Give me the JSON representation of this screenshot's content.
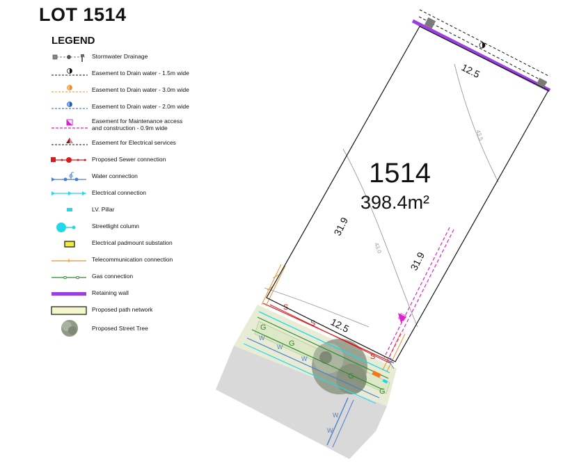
{
  "title": "LOT 1514",
  "legend": {
    "heading": "LEGEND",
    "items": [
      {
        "label": "Stormwater Drainage",
        "icon": "stormwater-drainage-icon"
      },
      {
        "label": "Easement to Drain water - 1.5m wide",
        "icon": "easement-1-5m-icon",
        "color": "#111111"
      },
      {
        "label": "Easement to Drain water - 3.0m wide",
        "icon": "easement-3-0m-icon",
        "color": "#e8902a"
      },
      {
        "label": "Easement to Drain water - 2.0m wide",
        "icon": "easement-2-0m-icon",
        "color": "#2a5db0"
      },
      {
        "label": "Easement for Maintenance access\nand construction - 0.9m wide",
        "icon": "easement-maintenance-icon",
        "color": "#e020d0"
      },
      {
        "label": "Easement for Electrical services",
        "icon": "easement-electrical-icon",
        "color": "#8b1a1a"
      },
      {
        "label": "Proposed Sewer connection",
        "icon": "sewer-connection-icon",
        "color": "#d81c1c"
      },
      {
        "label": "Water connection",
        "icon": "water-connection-icon",
        "color": "#4a7fd0"
      },
      {
        "label": "Electrical connection",
        "icon": "electrical-connection-icon",
        "color": "#22d8e8"
      },
      {
        "label": "LV. Pillar",
        "icon": "lv-pillar-icon",
        "color": "#22d8e8"
      },
      {
        "label": "Streetlight column",
        "icon": "streetlight-column-icon",
        "color": "#22d8e8"
      },
      {
        "label": "Electrical padmount substation",
        "icon": "padmount-substation-icon",
        "color": "#f2ea40"
      },
      {
        "label": "Telecommunication connection",
        "icon": "telecommunication-icon",
        "color": "#e8902a"
      },
      {
        "label": "Gas connection",
        "icon": "gas-connection-icon",
        "color": "#2e8b2e"
      },
      {
        "label": "Retaining wall",
        "icon": "retaining-wall-icon",
        "color": "#9b3fe0"
      },
      {
        "label": "Proposed path network",
        "icon": "path-network-icon",
        "color": "#f4f6cc"
      },
      {
        "label": "Proposed Street Tree",
        "icon": "street-tree-icon",
        "color": "#8f9a86"
      }
    ]
  },
  "lot": {
    "number": "1514",
    "area": "398.4m²",
    "dimensions": {
      "top": "12.5",
      "bottom": "12.5",
      "left": "31.9",
      "right": "31.9"
    },
    "contours": [
      "43.5",
      "43.0"
    ],
    "service_letters": {
      "sewer": "S",
      "gas": "G",
      "water": "W"
    }
  }
}
